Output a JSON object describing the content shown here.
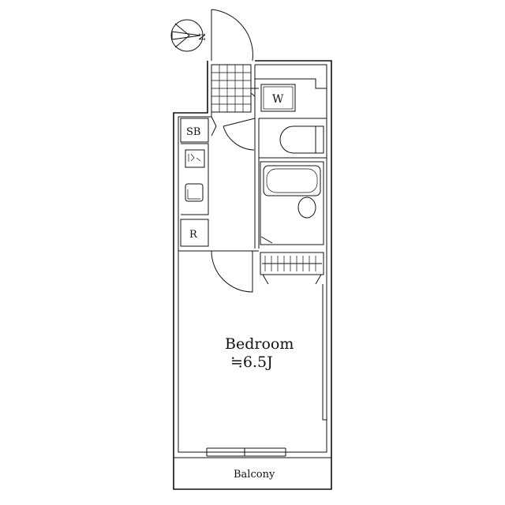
{
  "compass": {
    "label": "N"
  },
  "rooms": {
    "bedroom": {
      "name": "Bedroom",
      "size": "≒6.5J"
    },
    "washer": {
      "label": "W"
    },
    "shoe_box": {
      "label": "SB"
    },
    "fridge": {
      "label": "R"
    },
    "balcony": {
      "label": "Balcony"
    }
  }
}
